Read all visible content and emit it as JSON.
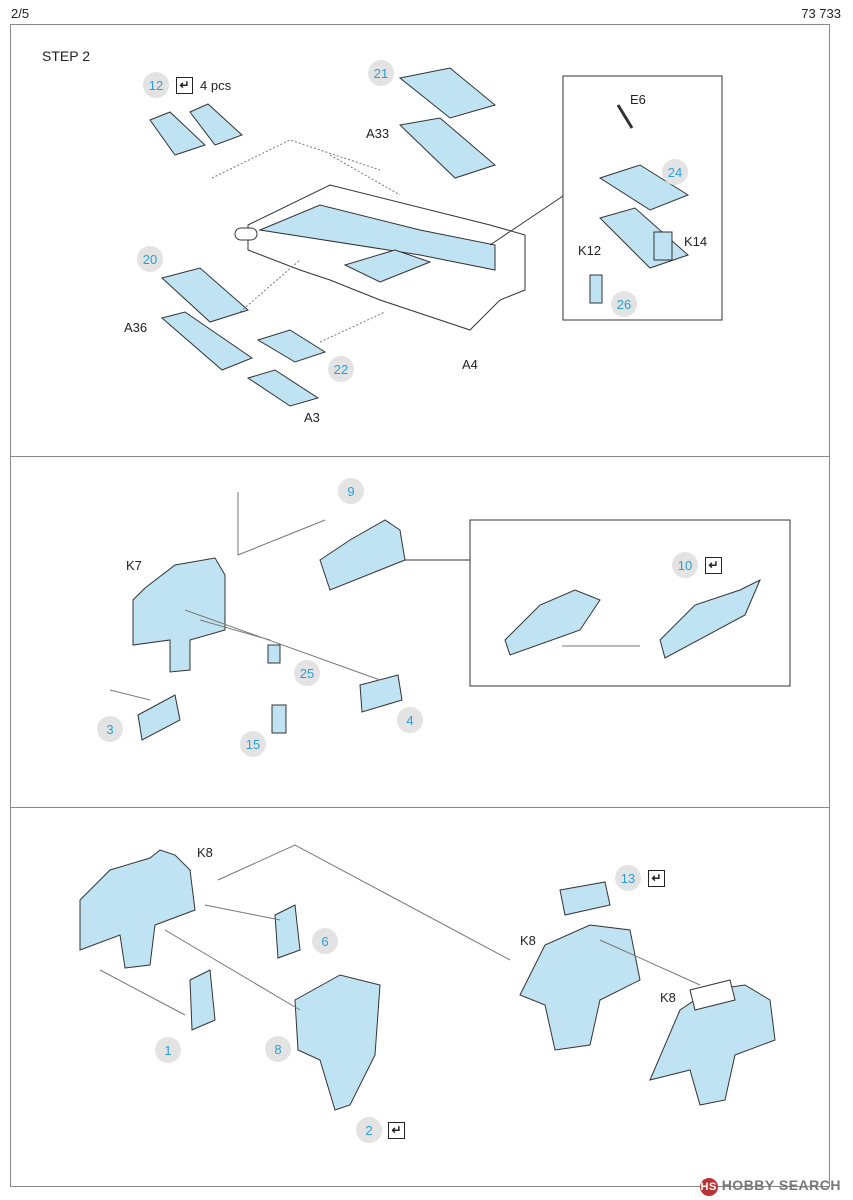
{
  "header": {
    "page": "2/5",
    "code": "73 733"
  },
  "step": {
    "title": "STEP 2"
  },
  "parts": {
    "p12": "12",
    "p12_qty": "4 pcs",
    "p21": "21",
    "a33": "A33",
    "e6": "E6",
    "p24": "24",
    "k12": "K12",
    "k14": "K14",
    "p26": "26",
    "p20": "20",
    "a36": "A36",
    "p22": "22",
    "a3": "A3",
    "a4": "A4",
    "p9": "9",
    "k7": "K7",
    "p10": "10",
    "p25": "25",
    "p3": "3",
    "p15": "15",
    "p4": "4",
    "k8_left": "K8",
    "p6": "6",
    "p1": "1",
    "p8": "8",
    "p2": "2",
    "p13": "13",
    "k8_mid": "K8",
    "k8_right": "K8"
  },
  "fold_icon": "↵",
  "colors": {
    "part_fill": "#bfe3f2",
    "badge_text": "#2a9fd6",
    "badge_bg": "#e3e3e3"
  },
  "watermark": {
    "text": "HOBBY SEARCH",
    "logo": "HS"
  }
}
